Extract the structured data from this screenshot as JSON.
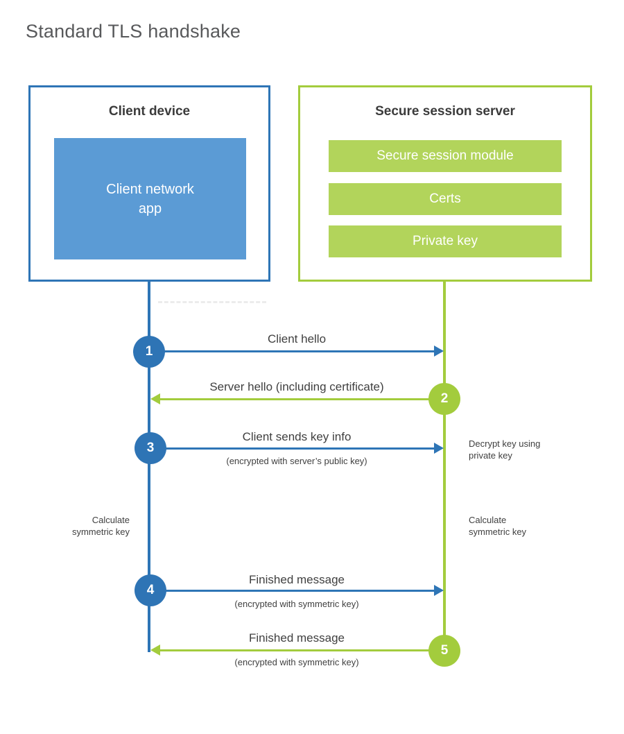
{
  "title": "Standard TLS handshake",
  "client_box": {
    "title": "Client device",
    "app": "Client network app"
  },
  "server_box": {
    "title": "Secure session server",
    "modules": [
      "Secure session module",
      "Certs",
      "Private key"
    ]
  },
  "messages": [
    {
      "num": "1",
      "label": "Client hello",
      "sub": ""
    },
    {
      "num": "2",
      "label": "Server hello (including certificate)",
      "sub": ""
    },
    {
      "num": "3",
      "label": "Client sends key info",
      "sub": "(encrypted with server’s public key)"
    },
    {
      "num": "4",
      "label": "Finished message",
      "sub": "(encrypted with symmetric key)"
    },
    {
      "num": "5",
      "label": "Finished message",
      "sub": "(encrypted with symmetric key)"
    }
  ],
  "annotations": {
    "decrypt_key": "Decrypt key using private key",
    "calculate_left": "Calculate symmetric key",
    "calculate_right": "Calculate symmetric key"
  },
  "colors": {
    "client_blue": "#2e75b6",
    "client_blue_fill": "#5b9bd5",
    "server_green": "#a3cc3d",
    "server_green_fill": "#b2d45b",
    "label_text": "#3f3f3f",
    "title_gray": "#58595b"
  }
}
